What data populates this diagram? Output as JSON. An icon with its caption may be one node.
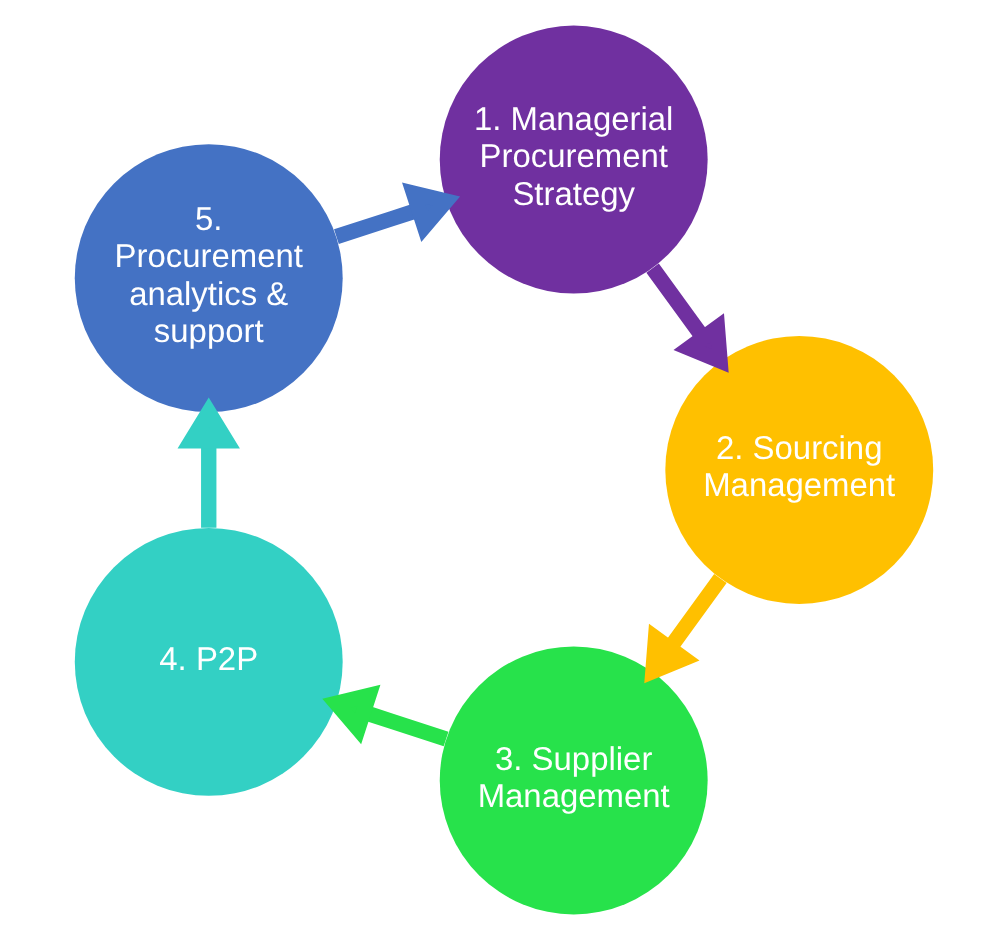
{
  "diagram": {
    "nodes": [
      {
        "text": [
          "1. Managerial Procurement Strategy"
        ]
      },
      {
        "text": [
          "2. Sourcing Management"
        ]
      },
      {
        "text": [
          "3. Supplier Management"
        ]
      },
      {
        "text": [
          "4. P2P"
        ]
      },
      {
        "text": [
          "5. Procurement analytics & support"
        ]
      }
    ],
    "edges": [
      {
        "from": 0,
        "to": 1,
        "arrow": "to",
        "color": "#7030a0"
      },
      {
        "from": 1,
        "to": 2,
        "arrow": "to",
        "color": "#ffc000"
      },
      {
        "from": 2,
        "to": 3,
        "arrow": "to",
        "color": "#27e24b"
      },
      {
        "from": 3,
        "to": 4,
        "arrow": "to",
        "color": "#33d0c4"
      },
      {
        "from": 4,
        "to": 0,
        "arrow": "to",
        "color": "#4472c4"
      }
    ]
  }
}
